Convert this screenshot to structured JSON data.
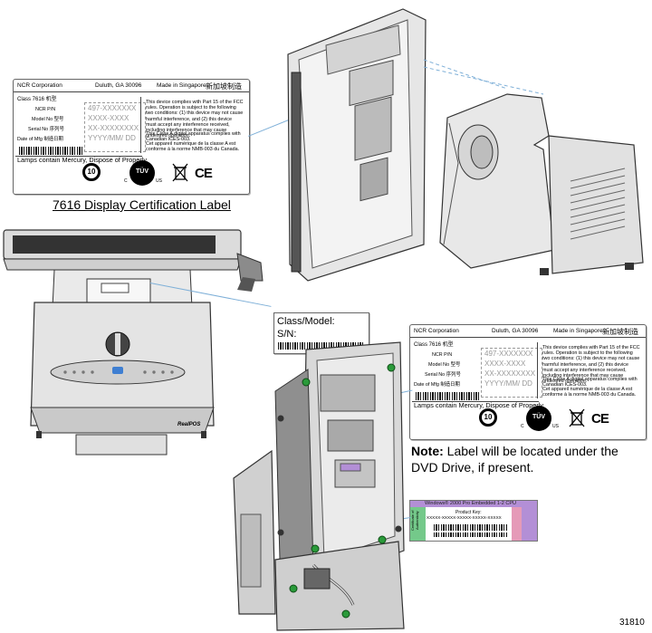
{
  "label_top": {
    "company": "NCR Corporation",
    "city": "Duluth, GA 30096",
    "made_in": "Made in Singapore",
    "made_in_cn": "新加坡制造",
    "class": "Class 7616 机型",
    "ncr_pn_label": "NCR P/N",
    "ncr_pn_value": "497-XXXXXXX",
    "model_label": "Model No 型号",
    "model_value": "XXXX-XXXX",
    "serial_label": "Serial No 序列号",
    "serial_value": "XX-XXXXXXXX",
    "date_label": "Date of Mfg 制造日期",
    "date_value": "YYYY/MM/ DD",
    "fcc_text": "This device complies with Part 15 of the FCC rules. Operation is subject to the following two conditions: (1) this device may not cause harmful interference, and (2) this device must accept any interference received, including interference that may cause undesired operation.",
    "canada_text": "This Class A digital apparatus complies with Canadian ICES-003.",
    "canada_fr": "Cet appareil numérique de la classe A est conforme à la norme NMB-003 du Canada.",
    "mercury": "Lamps contain Mercury, Dispose of Properly.",
    "efup": "10",
    "tuv": "TÜV",
    "tuv_c": "C",
    "tuv_us": "US",
    "ce": "CE"
  },
  "label_top_caption": "7616 Display Certification Label",
  "label_right": {
    "company": "NCR Corporation",
    "city": "Duluth, GA 30096",
    "made_in": "Made in Singapore",
    "made_in_cn": "新加坡制造",
    "class": "Class 7616 机型",
    "ncr_pn_label": "NCR P/N",
    "ncr_pn_value": "497-XXXXXXX",
    "model_label": "Model No 型号",
    "model_value": "XXXX-XXXX",
    "serial_label": "Serial No 序列号",
    "serial_value": "XX-XXXXXXXX",
    "date_label": "Date of Mfg 制造日期",
    "date_value": "YYYY/MM/ DD",
    "fcc_text": "This device complies with Part 15 of the FCC rules. Operation is subject to the following two conditions: (1) this device may not cause harmful interference, and (2) this device must accept any interference received, including interference that may cause undesired operation.",
    "canada_text": "This Class A digital apparatus complies with Canadian ICES-003.",
    "canada_fr": "Cet appareil numérique de la classe A est conforme à la norme NMB-003 du Canada.",
    "mercury": "Lamps contain Mercury, Dispose of Properly.",
    "efup": "10",
    "tuv": "TÜV",
    "tuv_c": "C",
    "tuv_us": "US",
    "ce": "CE"
  },
  "class_model_label": {
    "line1": "Class/Model:",
    "line2": "S/N:"
  },
  "note": {
    "bold": "Note:",
    "text": "Label will be located under the DVD Drive, if present."
  },
  "coa": {
    "title": "Windows® 2000 Pro Embedded 1-2 CPU",
    "side": "Certificate of Authenticity",
    "key_label": "Product Key:",
    "key": "XXXXX-XXXXX-XXXXX-XXXXX-XXXXX"
  },
  "terminal_brand": "RealPOS",
  "figure_number": "31810",
  "colors": {
    "leader": "#7fb0d8",
    "coa_green": "#74c98a",
    "coa_purple": "#b38fd6",
    "coa_pink": "#e59ab8",
    "screw_green": "#2a9a3a"
  }
}
